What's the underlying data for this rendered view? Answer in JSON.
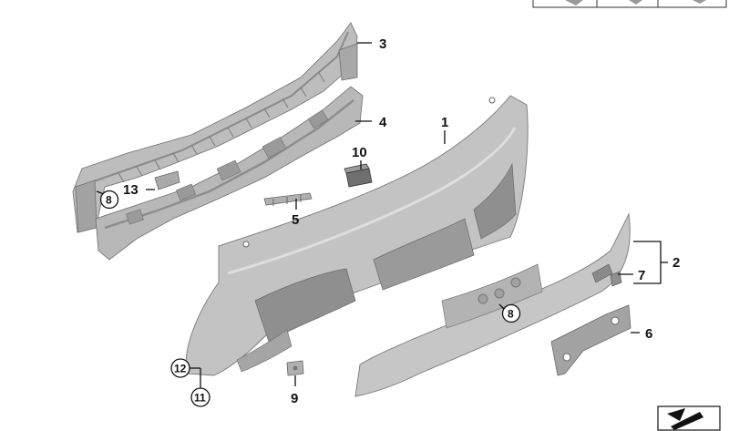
{
  "diagram": {
    "callouts": [
      {
        "id": "c1",
        "label": "1"
      },
      {
        "id": "c2",
        "label": "2"
      },
      {
        "id": "c3",
        "label": "3"
      },
      {
        "id": "c4",
        "label": "4"
      },
      {
        "id": "c5",
        "label": "5"
      },
      {
        "id": "c6",
        "label": "6"
      },
      {
        "id": "c7",
        "label": "7"
      },
      {
        "id": "c8a",
        "label": "8"
      },
      {
        "id": "c8b",
        "label": "8"
      },
      {
        "id": "c9",
        "label": "9"
      },
      {
        "id": "c10",
        "label": "10"
      },
      {
        "id": "c11",
        "label": "11"
      },
      {
        "id": "c12",
        "label": "12"
      },
      {
        "id": "c13",
        "label": "13"
      }
    ]
  },
  "colors": {
    "part_fill": "#bdbdbd",
    "part_shadow": "#8f8f8f",
    "part_highlight": "#dedede",
    "line": "#111111"
  }
}
